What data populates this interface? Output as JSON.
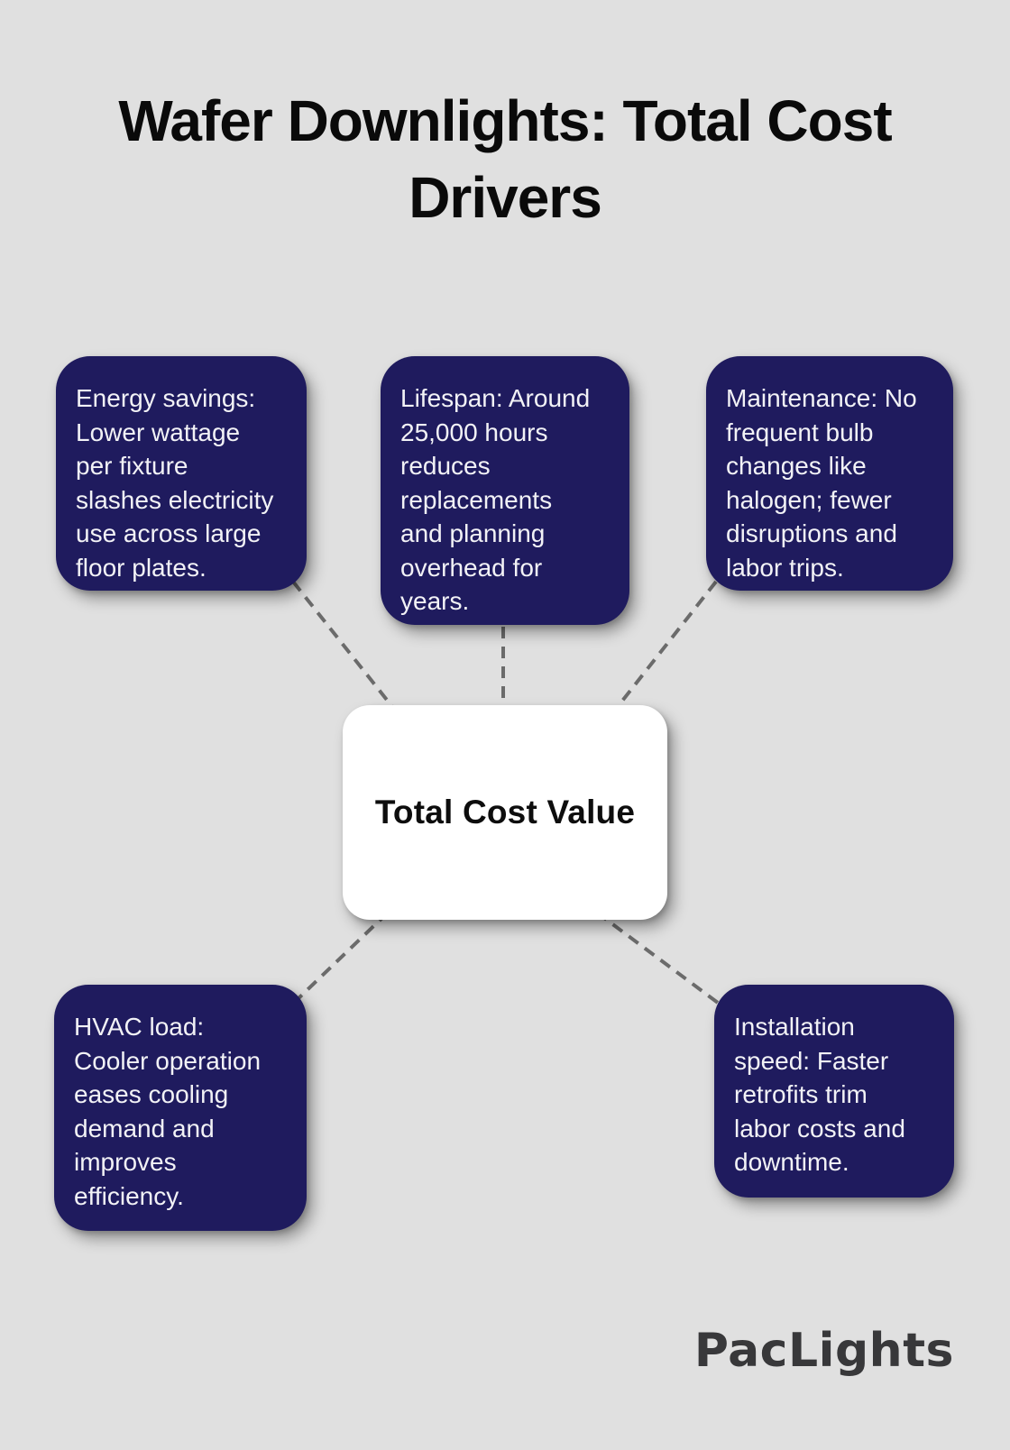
{
  "title": "Wafer Downlights: Total Cost\nDrivers",
  "center": {
    "label": "Total Cost Value"
  },
  "nodes": [
    {
      "id": "energy",
      "text": "Energy savings:\nLower wattage\nper fixture\nslashes electricity\nuse across large\nfloor plates."
    },
    {
      "id": "lifespan",
      "text": "Lifespan: Around\n25,000 hours\nreduces\nreplacements\nand planning\noverhead for\nyears."
    },
    {
      "id": "maintenance",
      "text": "Maintenance: No\nfrequent bulb\nchanges like\nhalogen; fewer\ndisruptions and\nlabor trips."
    },
    {
      "id": "hvac",
      "text": "HVAC load:\nCooler operation\neases cooling\ndemand and\nimproves\nefficiency."
    },
    {
      "id": "installation",
      "text": "Installation\nspeed: Faster\nretrofits trim\nlabor costs and\ndowntime."
    }
  ],
  "logo": "PacLights",
  "colors": {
    "background": "#e0e0e0",
    "node_fill": "#1f1b5e",
    "node_text": "#f2f2f6",
    "center_fill": "#ffffff",
    "center_text": "#0d0d0d",
    "connector": "#6b6b6b",
    "title_text": "#0a0a0a",
    "logo_text": "#38383a"
  }
}
